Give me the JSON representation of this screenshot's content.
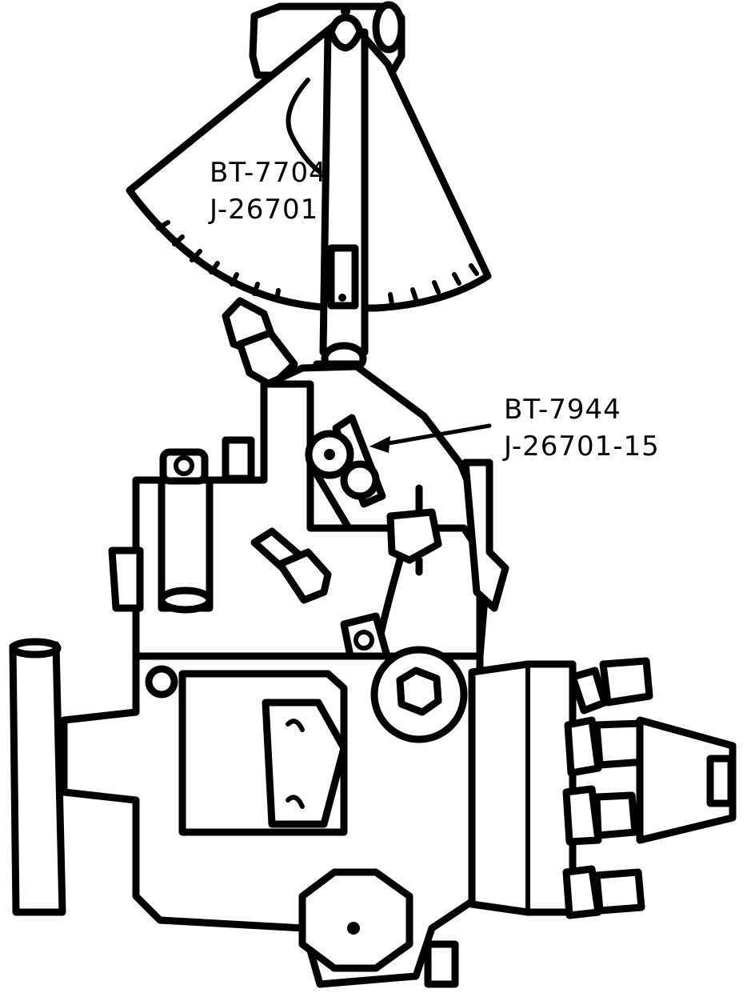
{
  "labels": {
    "gauge_tool_a": "BT-7704",
    "gauge_tool_b": "J-26701",
    "arm_tool_a": "BT-7944",
    "arm_tool_b": "J-26701-15"
  },
  "colors": {
    "ink": "#000000",
    "paper": "#ffffff"
  }
}
